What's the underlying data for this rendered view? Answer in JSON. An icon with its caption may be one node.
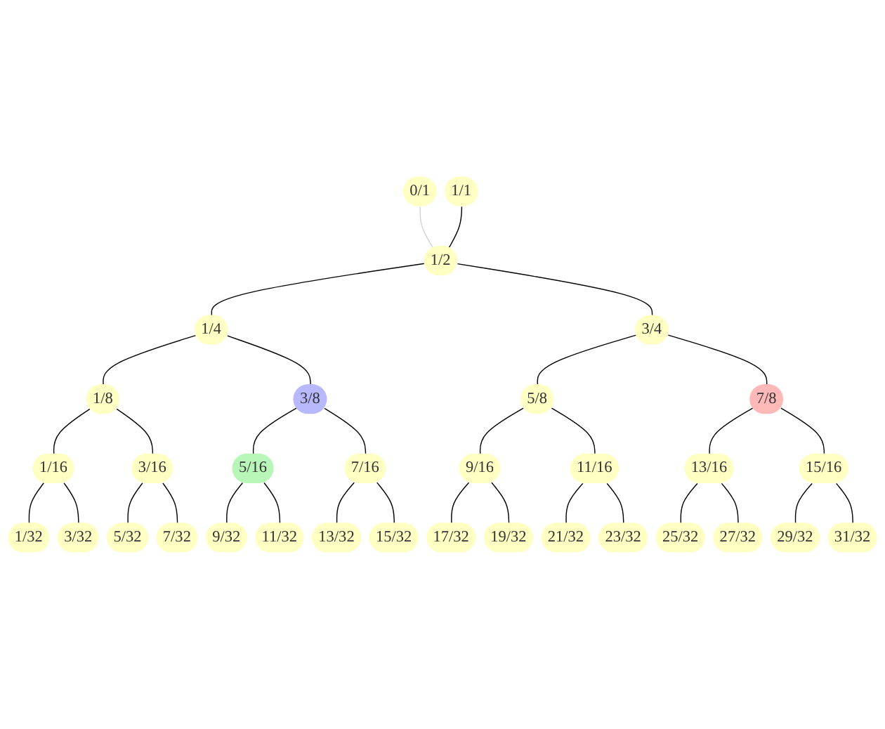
{
  "diagram": {
    "nodes": [
      {
        "text": [
          "0/1"
        ]
      },
      {
        "text": [
          "1/1"
        ]
      },
      {
        "text": [
          "1/2"
        ]
      },
      {
        "text": [
          "1/4"
        ]
      },
      {
        "text": [
          "3/4"
        ]
      },
      {
        "text": [
          "1/8"
        ]
      },
      {
        "text": [
          "3/8"
        ]
      },
      {
        "text": [
          "5/8"
        ]
      },
      {
        "text": [
          "7/8"
        ]
      },
      {
        "text": [
          "1/16"
        ]
      },
      {
        "text": [
          "3/16"
        ]
      },
      {
        "text": [
          "5/16"
        ]
      },
      {
        "text": [
          "7/16"
        ]
      },
      {
        "text": [
          "9/16"
        ]
      },
      {
        "text": [
          "11/16"
        ]
      },
      {
        "text": [
          "13/16"
        ]
      },
      {
        "text": [
          "15/16"
        ]
      },
      {
        "text": [
          "1/32"
        ]
      },
      {
        "text": [
          "3/32"
        ]
      },
      {
        "text": [
          "5/32"
        ]
      },
      {
        "text": [
          "7/32"
        ]
      },
      {
        "text": [
          "9/32"
        ]
      },
      {
        "text": [
          "11/32"
        ]
      },
      {
        "text": [
          "13/32"
        ]
      },
      {
        "text": [
          "15/32"
        ]
      },
      {
        "text": [
          "17/32"
        ]
      },
      {
        "text": [
          "19/32"
        ]
      },
      {
        "text": [
          "21/32"
        ]
      },
      {
        "text": [
          "23/32"
        ]
      },
      {
        "text": [
          "25/32"
        ]
      },
      {
        "text": [
          "27/32"
        ]
      },
      {
        "text": [
          "29/32"
        ]
      },
      {
        "text": [
          "31/32"
        ]
      }
    ],
    "edges": [
      {
        "from": 0,
        "to": 2,
        "arrow": "none",
        "color": "#d3d3d3"
      },
      {
        "from": 1,
        "to": 2,
        "arrow": "none"
      },
      {
        "from": 2,
        "to": 3,
        "arrow": "none"
      },
      {
        "from": 2,
        "to": 4,
        "arrow": "none"
      },
      {
        "from": 3,
        "to": 5,
        "arrow": "none"
      },
      {
        "from": 3,
        "to": 6,
        "arrow": "none"
      },
      {
        "from": 4,
        "to": 7,
        "arrow": "none"
      },
      {
        "from": 4,
        "to": 8,
        "arrow": "none"
      },
      {
        "from": 5,
        "to": 9,
        "arrow": "none"
      },
      {
        "from": 5,
        "to": 10,
        "arrow": "none"
      },
      {
        "from": 6,
        "to": 11,
        "arrow": "none"
      },
      {
        "from": 6,
        "to": 12,
        "arrow": "none"
      },
      {
        "from": 7,
        "to": 13,
        "arrow": "none"
      },
      {
        "from": 7,
        "to": 14,
        "arrow": "none"
      },
      {
        "from": 8,
        "to": 15,
        "arrow": "none"
      },
      {
        "from": 8,
        "to": 16,
        "arrow": "none"
      },
      {
        "from": 9,
        "to": 17,
        "arrow": "none"
      },
      {
        "from": 9,
        "to": 18,
        "arrow": "none"
      },
      {
        "from": 10,
        "to": 19,
        "arrow": "none"
      },
      {
        "from": 10,
        "to": 20,
        "arrow": "none"
      },
      {
        "from": 11,
        "to": 21,
        "arrow": "none"
      },
      {
        "from": 11,
        "to": 22,
        "arrow": "none"
      },
      {
        "from": 12,
        "to": 23,
        "arrow": "none"
      },
      {
        "from": 12,
        "to": 24,
        "arrow": "none"
      },
      {
        "from": 13,
        "to": 25,
        "arrow": "none"
      },
      {
        "from": 13,
        "to": 26,
        "arrow": "none"
      },
      {
        "from": 14,
        "to": 27,
        "arrow": "none"
      },
      {
        "from": 14,
        "to": 28,
        "arrow": "none"
      },
      {
        "from": 15,
        "to": 29,
        "arrow": "none"
      },
      {
        "from": 15,
        "to": 30,
        "arrow": "none"
      },
      {
        "from": 16,
        "to": 31,
        "arrow": "none"
      },
      {
        "from": 16,
        "to": 32,
        "arrow": "none"
      }
    ]
  }
}
